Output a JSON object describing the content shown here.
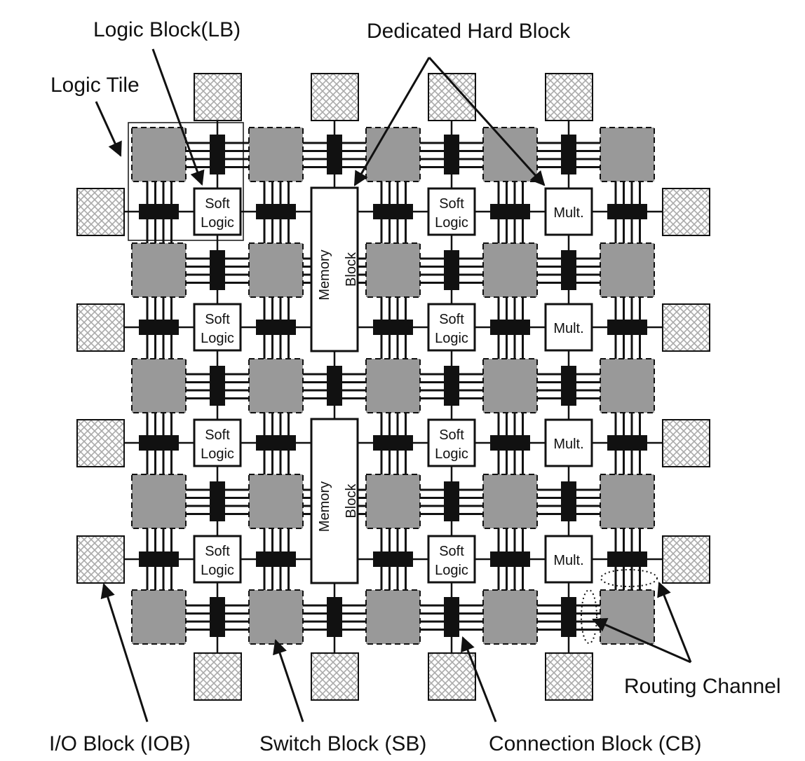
{
  "labels": {
    "logic_block": "Logic Block(LB)",
    "logic_tile": "Logic Tile",
    "dedicated_hard_block": "Dedicated Hard Block",
    "routing_channel": "Routing Channel",
    "io_block": "I/O Block (IOB)",
    "switch_block": "Switch Block (SB)",
    "connection_block": "Connection Block (CB)"
  },
  "blocks": {
    "soft_logic_line1": "Soft",
    "soft_logic_line2": "Logic",
    "memory_line1": "Memory",
    "memory_line2": "Block",
    "mult": "Mult."
  },
  "grid": {
    "block_columns": [
      "soft",
      "memory",
      "soft",
      "mult"
    ],
    "block_rows": 4,
    "switch_rows": 5,
    "switch_cols": 5,
    "tracks_per_channel": 4
  },
  "colors": {
    "switch_block": "#999999",
    "connection_block": "#111111",
    "ink": "#111111",
    "hatch": "#aaaaaa"
  }
}
